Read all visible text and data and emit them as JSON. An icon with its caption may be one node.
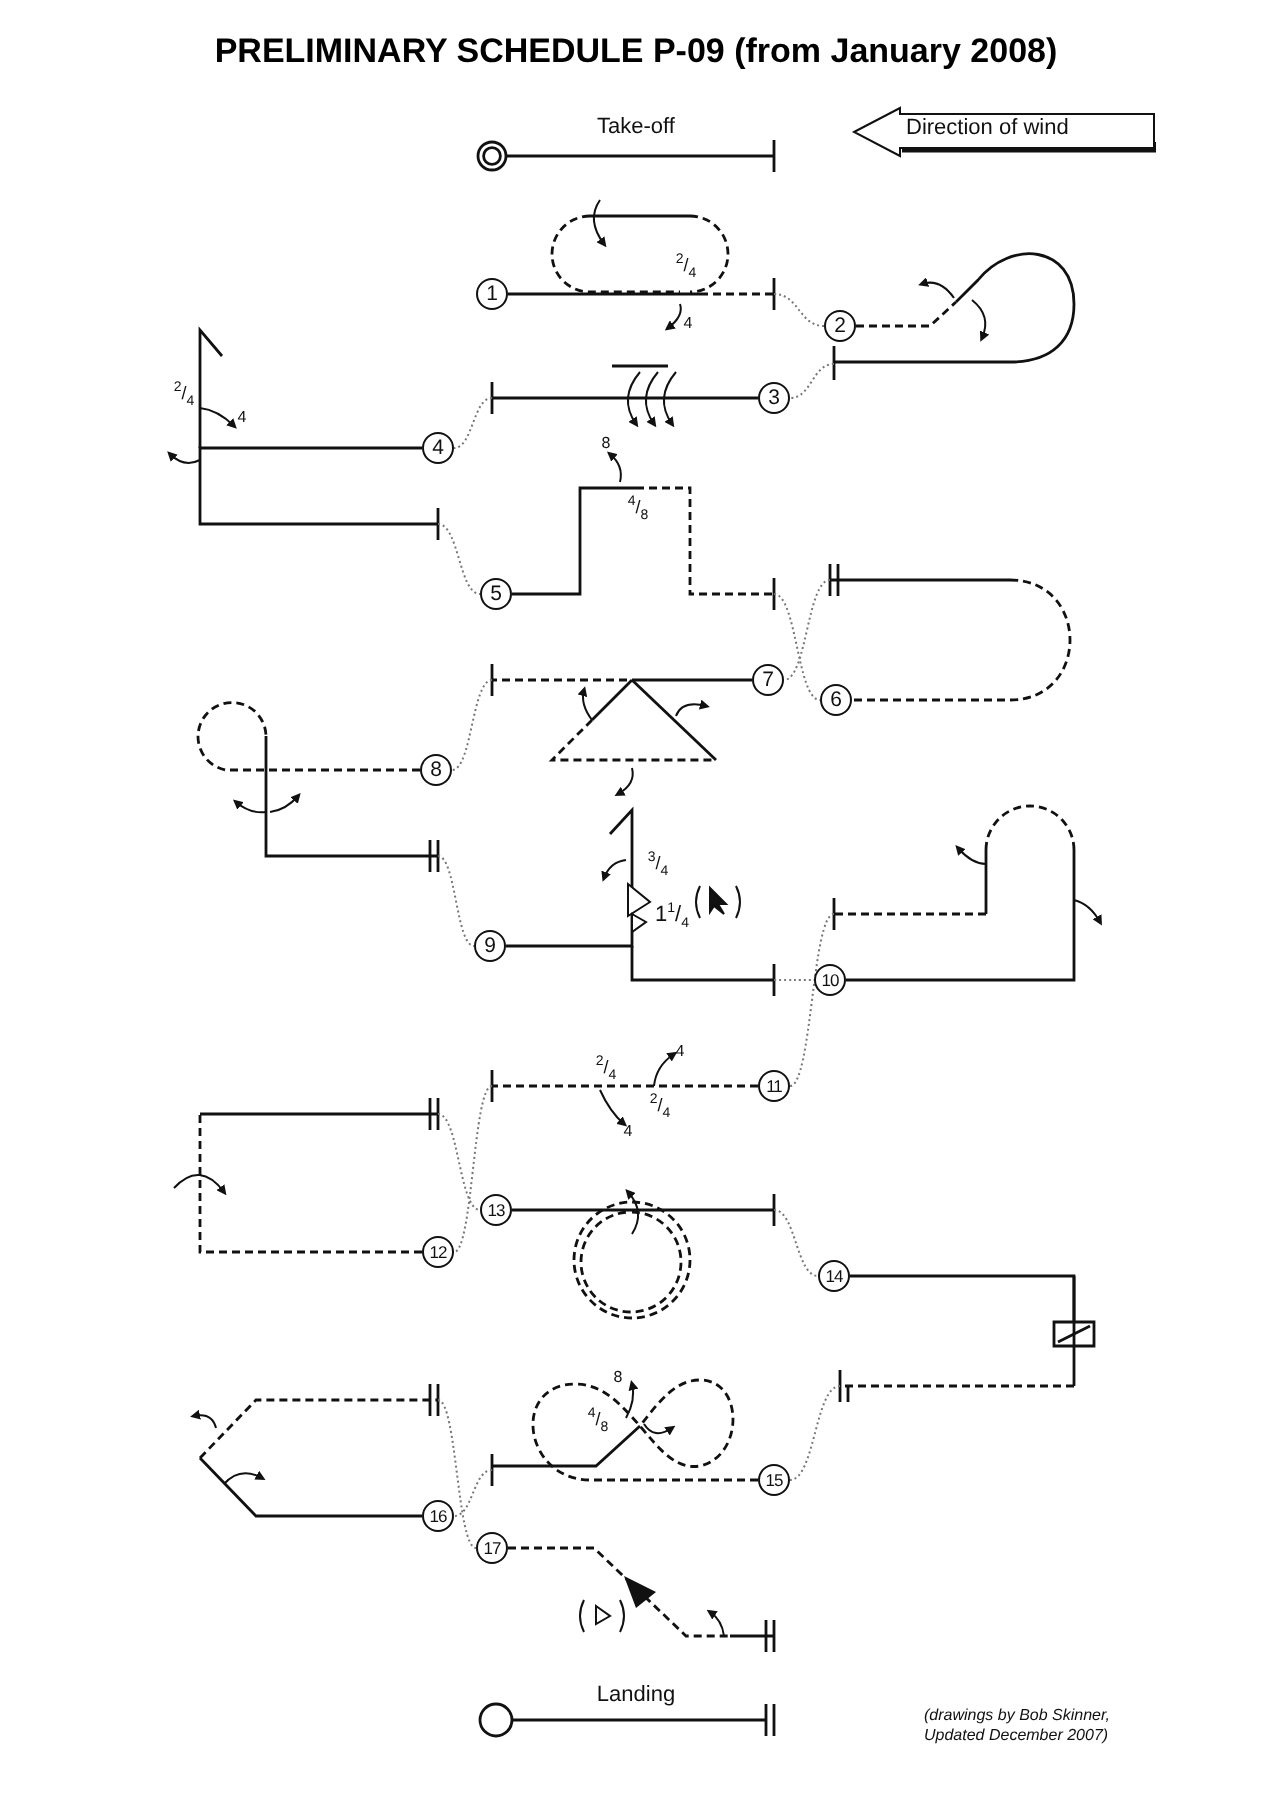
{
  "diagram": {
    "title": "PRELIMINARY SCHEDULE P-09 (from January 2008)",
    "caption": "(drawings by Bob Skinner, Updated December 2007)",
    "nodes": [
      {
        "text": [
          "Direction of wind"
        ]
      },
      {
        "text": [
          "1"
        ]
      },
      {
        "text": [
          "2"
        ]
      },
      {
        "text": [
          "3"
        ]
      },
      {
        "text": [
          "4"
        ]
      },
      {
        "text": [
          "5"
        ]
      },
      {
        "text": [
          "6"
        ]
      },
      {
        "text": [
          "7"
        ]
      },
      {
        "text": [
          "8"
        ]
      },
      {
        "text": [
          "9"
        ]
      },
      {
        "text": [
          "10"
        ]
      },
      {
        "text": [
          "11"
        ]
      },
      {
        "text": [
          "12"
        ]
      },
      {
        "text": [
          "13"
        ]
      },
      {
        "text": [
          "14"
        ]
      },
      {
        "text": [
          "15"
        ]
      },
      {
        "text": [
          "16"
        ]
      },
      {
        "text": [
          "17"
        ]
      }
    ],
    "edges": [
      {
        "from": 1,
        "to": 2,
        "arrow": "none"
      },
      {
        "from": 2,
        "to": 3,
        "arrow": "none"
      },
      {
        "from": 3,
        "to": 4,
        "arrow": "none"
      },
      {
        "from": 4,
        "to": 5,
        "arrow": "none"
      },
      {
        "from": 5,
        "to": 6,
        "arrow": "none",
        "style": "dashed"
      },
      {
        "from": 6,
        "to": 7,
        "arrow": "none",
        "style": "dashed"
      },
      {
        "from": 7,
        "to": 8,
        "arrow": "none",
        "style": "dashed"
      },
      {
        "from": 8,
        "to": 9,
        "arrow": "none"
      },
      {
        "from": 9,
        "to": 10,
        "arrow": "none"
      },
      {
        "from": 10,
        "to": 11,
        "arrow": "none"
      },
      {
        "from": 11,
        "to": 12,
        "arrow": "none",
        "style": "dashed"
      },
      {
        "from": 12,
        "to": 13,
        "arrow": "none",
        "style": "dashed"
      },
      {
        "from": 13,
        "to": 14,
        "arrow": "none"
      },
      {
        "from": 14,
        "to": 15,
        "arrow": "none"
      },
      {
        "from": 15,
        "to": 16,
        "arrow": "none",
        "style": "dashed"
      },
      {
        "from": 16,
        "to": 17,
        "arrow": "none",
        "style": "dashed"
      }
    ],
    "labels": [
      "Take-off",
      "$^{2}$/$_{4}$",
      "4",
      "$^{2}$/$_{4}$",
      "4",
      "8",
      "$^{4}$/$_{8}$",
      "$^{3}$/$_{4}$",
      "1$^{1}$/$_{4}$",
      "4",
      "$^{2}$/$_{4}$",
      "$^{2}$/$_{4}$",
      "4",
      "8",
      "$^{4}$/$_{8}$",
      "Landing"
    ]
  }
}
